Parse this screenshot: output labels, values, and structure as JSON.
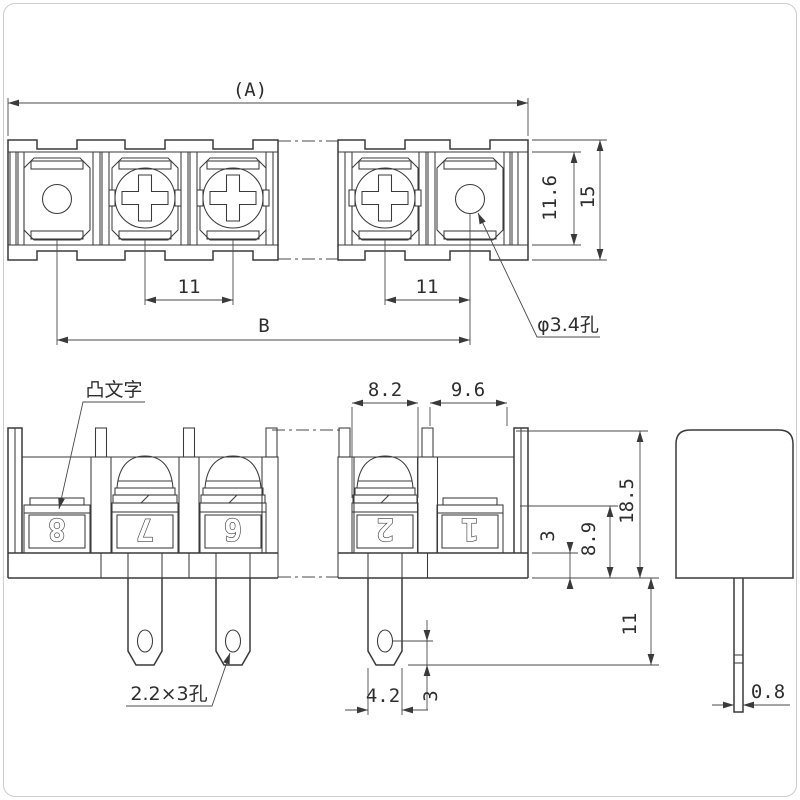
{
  "top_view": {
    "dim_overall_width": "(A)",
    "dim_inner_height": "11.6",
    "dim_overall_height": "15",
    "dim_pitch_left": "11",
    "dim_pitch_right": "11",
    "dim_span": "B",
    "hole_note": "φ3.4孔"
  },
  "front_view": {
    "emboss_note": "凸文字",
    "dim_screw_opening": "8.2",
    "dim_end_section": "9.6",
    "dim_overall_height": "18.5",
    "dim_base_thickness": "3",
    "dim_metal_height": "8.9",
    "dim_pin_length": "11",
    "dim_pin_hole_offset": "3",
    "dim_pin_width": "4.2",
    "pin_hole_note": "2.2×3孔",
    "terminal_numbers": [
      "8",
      "7",
      "6",
      "2",
      "1"
    ]
  },
  "side_view": {
    "dim_pin_thickness": "0.8"
  }
}
